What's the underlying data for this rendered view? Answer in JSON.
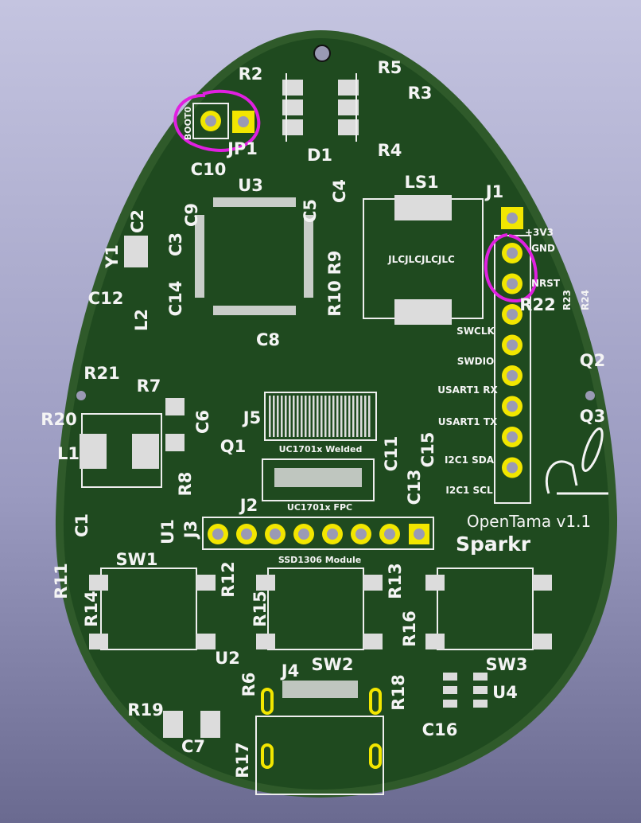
{
  "board": {
    "name": "OpenTama v1.1",
    "author": "Sparkr",
    "mask_color": "#1f4a1f",
    "copper_color": "#f2e600",
    "annotation_color": "#e020e0"
  },
  "refs": [
    "R2",
    "R5",
    "R3",
    "R4",
    "D1",
    "JP1",
    "BOOT0",
    "C10",
    "U3",
    "C9",
    "C5",
    "C4",
    "LS1",
    "J1",
    "C2",
    "Y1",
    "C3",
    "C14",
    "C12",
    "L2",
    "R9",
    "R10",
    "C8",
    "JLCJLCJLCJLC",
    "R22",
    "R23",
    "R24",
    "Q2",
    "Q3",
    "R21",
    "R7",
    "R20",
    "C6",
    "L1",
    "J5",
    "UC1701x Welded",
    "C11",
    "C15",
    "C13",
    "Q1",
    "R8",
    "UC1701x FPC",
    "J2",
    "J3",
    "C1",
    "SW1",
    "U1",
    "SSD1306 Module",
    "R11",
    "R14",
    "R12",
    "R15",
    "R13",
    "R16",
    "U2",
    "J4",
    "SW2",
    "SW3",
    "R6",
    "R18",
    "U4",
    "R19",
    "C16",
    "C7",
    "R17"
  ],
  "j1_pins": [
    "+3V3",
    "GND",
    "NRST",
    "SWCLK",
    "SWDIO",
    "USART1 RX",
    "USART1 TX",
    "I2C1 SDA",
    "I2C1 SCL"
  ]
}
